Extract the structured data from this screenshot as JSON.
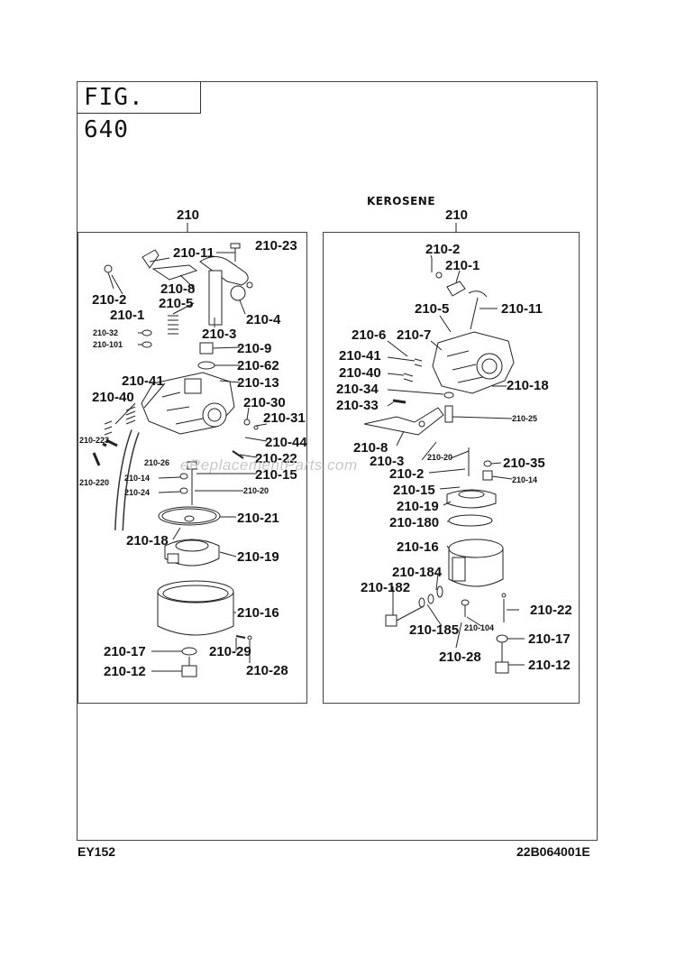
{
  "figure": {
    "title": "FIG. 640"
  },
  "left_assembly": {
    "heading": "210",
    "labels": {
      "l_210_11": "210-11",
      "l_210_23": "210-23",
      "l_210_8": "210-8",
      "l_210_2": "210-2",
      "l_210_5": "210-5",
      "l_210_1": "210-1",
      "l_210_4": "210-4",
      "l_210_3": "210-3",
      "l_210_32": "210-32",
      "l_210_101": "210-101",
      "l_210_9": "210-9",
      "l_210_62": "210-62",
      "l_210_41": "210-41",
      "l_210_13": "210-13",
      "l_210_40": "210-40",
      "l_210_30": "210-30",
      "l_210_31": "210-31",
      "l_210_223": "210-223",
      "l_210_44": "210-44",
      "l_210_26": "210-26",
      "l_210_22": "210-22",
      "l_210_220": "210-220",
      "l_210_14": "210-14",
      "l_210_15": "210-15",
      "l_210_24": "210-24",
      "l_210_20": "210-20",
      "l_210_21": "210-21",
      "l_210_18": "210-18",
      "l_210_19": "210-19",
      "l_210_16": "210-16",
      "l_210_17": "210-17",
      "l_210_29": "210-29",
      "l_210_12": "210-12",
      "l_210_28": "210-28"
    }
  },
  "right_assembly": {
    "note": "KEROSENE",
    "heading": "210",
    "labels": {
      "r_210_2a": "210-2",
      "r_210_1": "210-1",
      "r_210_5": "210-5",
      "r_210_11": "210-11",
      "r_210_6": "210-6",
      "r_210_7": "210-7",
      "r_210_41": "210-41",
      "r_210_40": "210-40",
      "r_210_18": "210-18",
      "r_210_34": "210-34",
      "r_210_33": "210-33",
      "r_210_25": "210-25",
      "r_210_8": "210-8",
      "r_210_20": "210-20",
      "r_210_35": "210-35",
      "r_210_3": "210-3",
      "r_210_2b": "210-2",
      "r_210_14": "210-14",
      "r_210_15": "210-15",
      "r_210_19": "210-19",
      "r_210_180": "210-180",
      "r_210_16": "210-16",
      "r_210_184": "210-184",
      "r_210_182": "210-182",
      "r_210_22": "210-22",
      "r_210_185": "210-185",
      "r_210_104": "210-104",
      "r_210_17": "210-17",
      "r_210_28": "210-28",
      "r_210_12": "210-12"
    }
  },
  "footer": {
    "model": "EY152",
    "drawing_number": "22B064001E"
  },
  "watermark": "eReplacementParts.com"
}
